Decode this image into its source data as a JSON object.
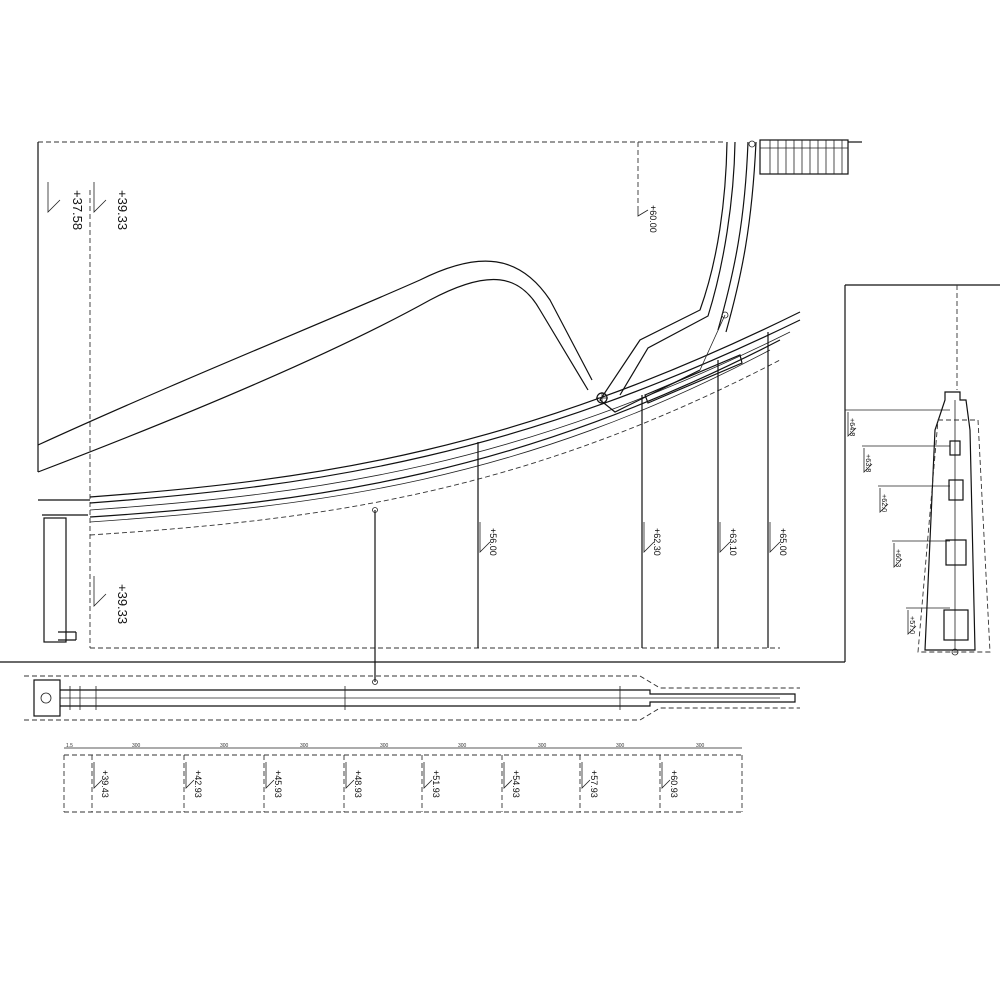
{
  "section": {
    "levels": {
      "top_left_a": "+37.58",
      "top_left_b": "+39.33",
      "left_low": "+39.33",
      "top_right": "+60.00",
      "beam_1": "+56.00",
      "beam_2": "+62.30",
      "beam_3": "+63.10",
      "beam_4": "+65.00"
    }
  },
  "detail": {
    "levels": [
      "+64.8",
      "+63.8",
      "+62.0",
      "+60.3",
      "+57.0"
    ]
  },
  "plan": {
    "levels": [
      "+39.43",
      "+42.93",
      "+45.93",
      "+48.93",
      "+51.93",
      "+54.93",
      "+57.93",
      "+60.93"
    ],
    "dims": [
      "1.5",
      "300",
      "300",
      "300",
      "300",
      "300",
      "300",
      "300",
      "300"
    ]
  }
}
